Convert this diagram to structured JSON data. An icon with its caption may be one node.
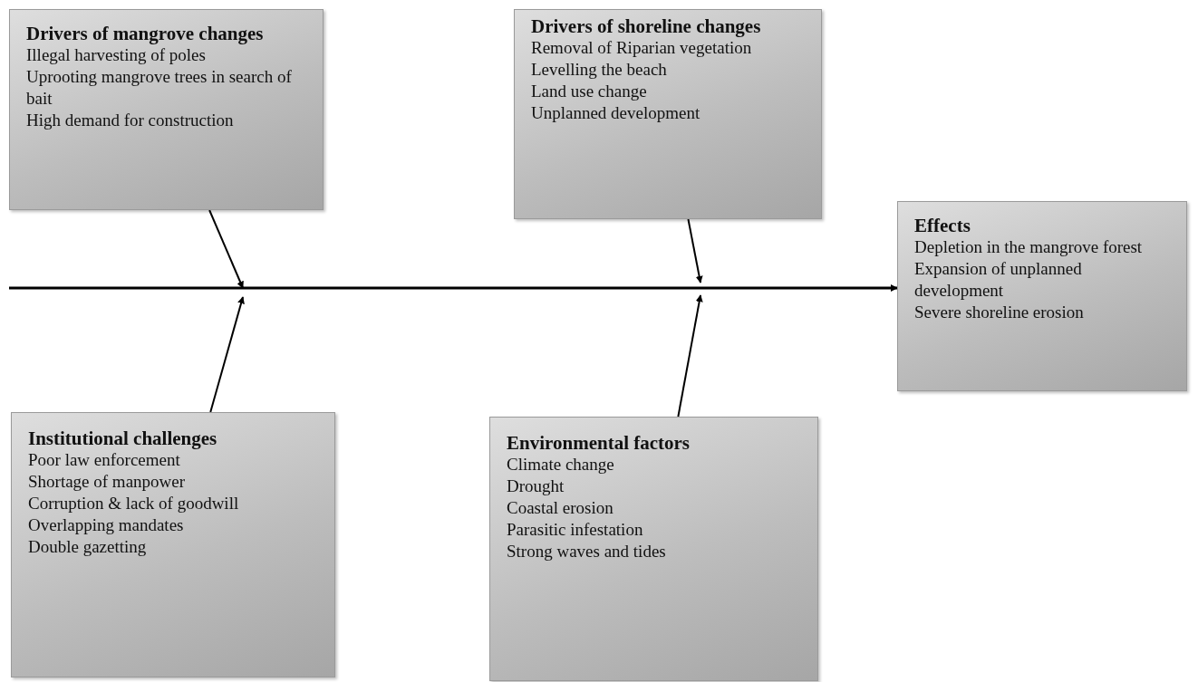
{
  "diagram": {
    "nodes": [
      {
        "text": [
          "Drivers of mangrove changes",
          "Illegal harvesting of poles",
          "Uprooting mangrove trees in search of bait",
          "High demand for construction"
        ]
      },
      {
        "text": [
          "Drivers of shoreline changes",
          "Removal of Riparian vegetation",
          "Levelling the beach",
          "Land use change",
          "Unplanned development"
        ]
      },
      {
        "text": [
          "Effects",
          "Depletion in the mangrove forest",
          "Expansion of unplanned development",
          "Severe shoreline erosion"
        ]
      },
      {
        "text": [
          "Institutional challenges",
          "Poor law enforcement",
          "Shortage of manpower",
          "Corruption & lack of goodwill",
          "Overlapping mandates",
          "Double gazetting"
        ]
      },
      {
        "text": [
          "Environmental factors",
          "Climate change",
          "Drought",
          "Coastal erosion",
          "Parasitic infestation",
          "Strong waves and tides"
        ]
      }
    ],
    "edges": [
      {
        "from": null,
        "to": 2,
        "arrow": "to"
      },
      {
        "from": 0,
        "to": null,
        "arrow": "to"
      },
      {
        "from": 3,
        "to": null,
        "arrow": "to"
      },
      {
        "from": 1,
        "to": null,
        "arrow": "to"
      },
      {
        "from": 4,
        "to": null,
        "arrow": "to"
      }
    ]
  }
}
